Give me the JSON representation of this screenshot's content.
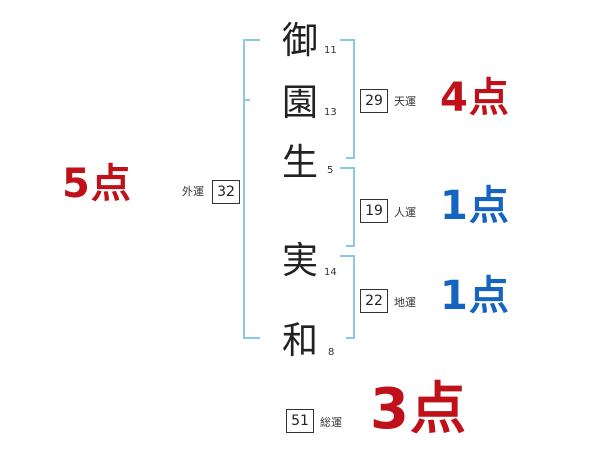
{
  "name_chars": [
    {
      "char": "御",
      "strokes": "11"
    },
    {
      "char": "園",
      "strokes": "13"
    },
    {
      "char": "生",
      "strokes": "5"
    },
    {
      "char": "実",
      "strokes": "14"
    },
    {
      "char": "和",
      "strokes": "8"
    }
  ],
  "fortunes": {
    "gaiun": {
      "label": "外運",
      "value": "32",
      "score": "5点",
      "score_color": "#c0111a"
    },
    "tenun": {
      "label": "天運",
      "value": "29",
      "score": "4点",
      "score_color": "#c0111a"
    },
    "jinun": {
      "label": "人運",
      "value": "19",
      "score": "1点",
      "score_color": "#1565c0"
    },
    "chiun": {
      "label": "地運",
      "value": "22",
      "score": "1点",
      "score_color": "#1565c0"
    },
    "souun": {
      "label": "総運",
      "value": "51",
      "score": "3点",
      "score_color": "#c0111a"
    }
  },
  "colors": {
    "bracket": "#8cc8e8"
  }
}
